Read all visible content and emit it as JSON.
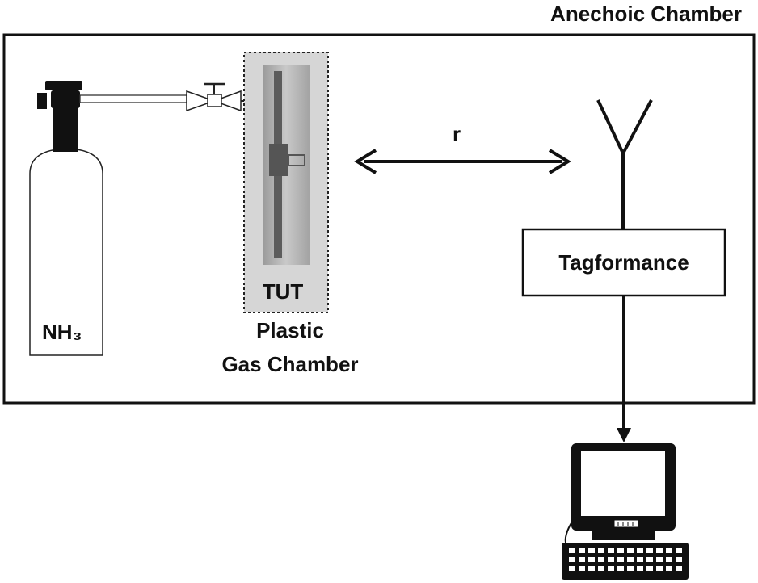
{
  "anechoic_chamber": {
    "title": "Anechoic Chamber"
  },
  "gas_cylinder": {
    "label": "NH₃"
  },
  "gas_chamber": {
    "tut_label": "TUT",
    "caption_line1": "Plastic",
    "caption_line2": "Gas Chamber"
  },
  "link": {
    "distance_label": "r"
  },
  "reader": {
    "label": "Tagformance"
  },
  "icons": [
    "gas-cylinder-icon",
    "valve-icon",
    "antenna-icon",
    "computer-icon",
    "keyboard-icon"
  ]
}
